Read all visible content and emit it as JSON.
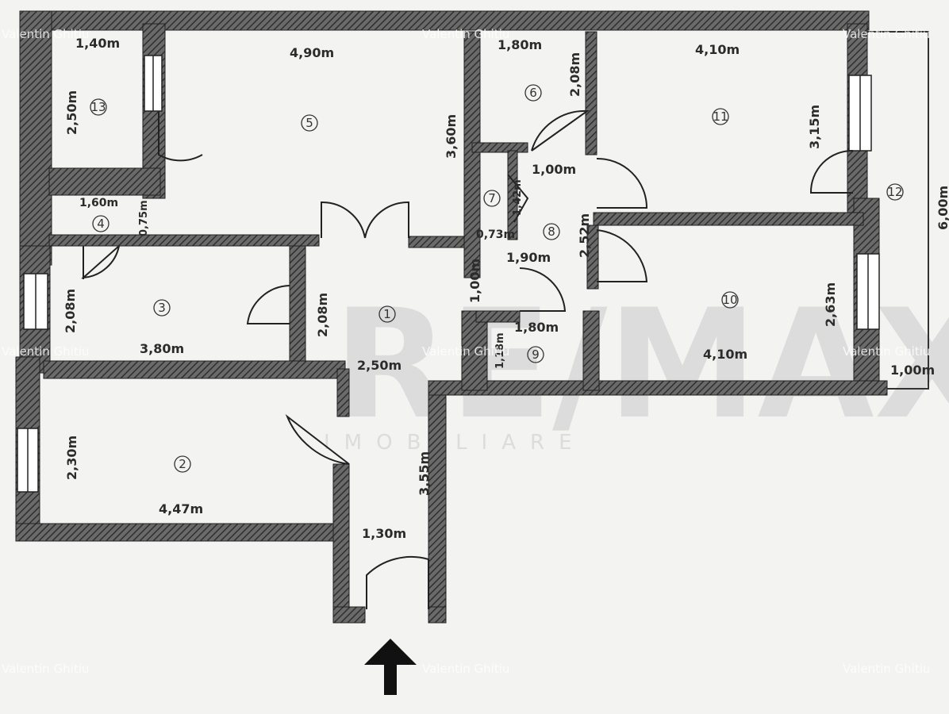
{
  "watermarks": [
    "Valentin Ghitiu",
    "Valentin Ghitiu",
    "Valentin Ghitiu",
    "Valentin Ghitiu",
    "Valentin Ghitiu",
    "Valentin Ghitiu",
    "Valentin Ghitiu",
    "Valentin Ghitiu",
    "Valentin Ghitiu"
  ],
  "brand": {
    "logo": "RE/MAX",
    "sub": "IMOBILIARE"
  },
  "rooms": [
    {
      "id": "1",
      "label": "1"
    },
    {
      "id": "2",
      "label": "2"
    },
    {
      "id": "3",
      "label": "3"
    },
    {
      "id": "4",
      "label": "4"
    },
    {
      "id": "5",
      "label": "5"
    },
    {
      "id": "6",
      "label": "6"
    },
    {
      "id": "7",
      "label": "7"
    },
    {
      "id": "8",
      "label": "8"
    },
    {
      "id": "9",
      "label": "9"
    },
    {
      "id": "10",
      "label": "10"
    },
    {
      "id": "11",
      "label": "11"
    },
    {
      "id": "12",
      "label": "12"
    },
    {
      "id": "13",
      "label": "13"
    }
  ],
  "dimensions": {
    "r13_w": "1,40m",
    "r13_h": "2,50m",
    "r5_w": "4,90m",
    "r5_h": "3,60m",
    "r6_w": "1,80m",
    "r6_h": "2,08m",
    "r11_w": "4,10m",
    "r11_h": "3,15m",
    "r4_w": "1,60m",
    "r4_h": "0,75m",
    "r7_w": "0,73m",
    "r7_h": "1,42m",
    "r8_w1": "1,00m",
    "r8_w2": "1,90m",
    "r8_h": "2,52m",
    "c_h": "1,00m",
    "r3_h": "2,08m",
    "r3_w": "3,80m",
    "r1_h": "2,08m",
    "r1_w": "2,50m",
    "r9_w": "1,80m",
    "r9_h": "1,18m",
    "r10_w": "4,10m",
    "r10_h": "2,63m",
    "r12_w": "1,00m",
    "r12_h": "6,00m",
    "r2_h": "2,30m",
    "r2_w": "4,47m",
    "ent_h": "3,55m",
    "ent_w": "1,30m"
  }
}
